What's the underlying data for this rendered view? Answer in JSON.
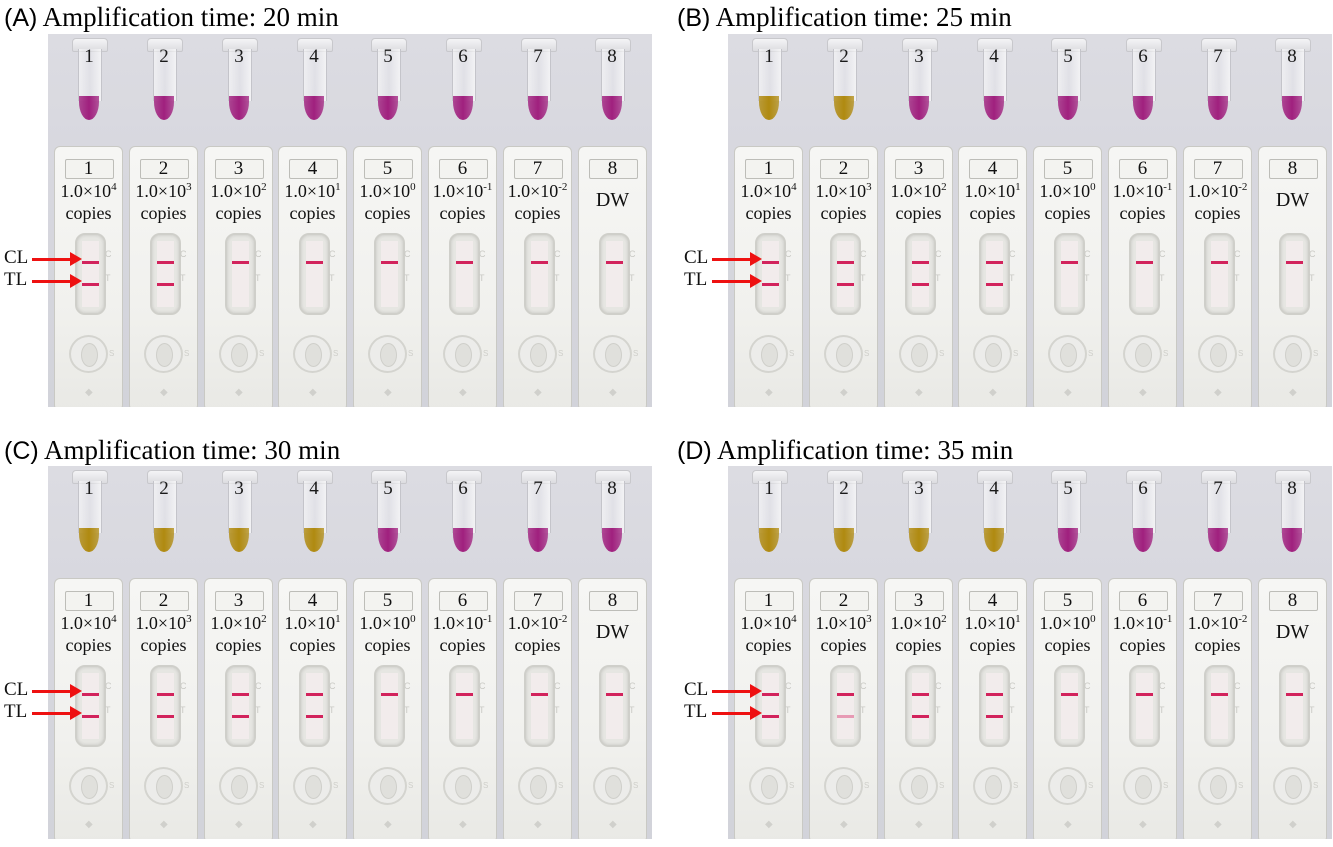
{
  "colors": {
    "purple": "#a0207e",
    "yellow": "#b08a10",
    "line_strong": "#d2235c",
    "line_faint": "#e79ab4",
    "arrow": "#ee1111"
  },
  "labels": {
    "cl": "CL",
    "tl": "TL",
    "copies": "copies",
    "dw": "DW",
    "mult": "1.0×10"
  },
  "concentrations": [
    "4",
    "3",
    "2",
    "1",
    "0",
    "-1",
    "-2",
    null
  ],
  "tube_numbers": [
    "1",
    "2",
    "3",
    "4",
    "5",
    "6",
    "7",
    "8"
  ],
  "panels": [
    {
      "letter": "(A)",
      "title": "Amplification time: 20 min",
      "tube_colors": [
        "purple",
        "purple",
        "purple",
        "purple",
        "purple",
        "purple",
        "purple",
        "purple"
      ],
      "control_line": [
        "strong",
        "strong",
        "strong",
        "strong",
        "strong",
        "strong",
        "strong",
        "strong"
      ],
      "test_line": [
        "strong",
        "strong",
        "none",
        "none",
        "none",
        "none",
        "none",
        "none"
      ]
    },
    {
      "letter": "(B)",
      "title": "Amplification time: 25 min",
      "tube_colors": [
        "yellow",
        "yellow",
        "purple",
        "purple",
        "purple",
        "purple",
        "purple",
        "purple"
      ],
      "control_line": [
        "strong",
        "strong",
        "strong",
        "strong",
        "strong",
        "strong",
        "strong",
        "strong"
      ],
      "test_line": [
        "strong",
        "strong",
        "strong",
        "strong",
        "none",
        "none",
        "none",
        "none"
      ]
    },
    {
      "letter": "(C)",
      "title": "Amplification time: 30 min",
      "tube_colors": [
        "yellow",
        "yellow",
        "yellow",
        "yellow",
        "purple",
        "purple",
        "purple",
        "purple"
      ],
      "control_line": [
        "strong",
        "strong",
        "strong",
        "strong",
        "strong",
        "strong",
        "strong",
        "strong"
      ],
      "test_line": [
        "strong",
        "strong",
        "strong",
        "strong",
        "none",
        "none",
        "none",
        "none"
      ]
    },
    {
      "letter": "(D)",
      "title": "Amplification time: 35 min",
      "tube_colors": [
        "yellow",
        "yellow",
        "yellow",
        "yellow",
        "purple",
        "purple",
        "purple",
        "purple"
      ],
      "control_line": [
        "strong",
        "strong",
        "strong",
        "strong",
        "strong",
        "strong",
        "strong",
        "strong"
      ],
      "test_line": [
        "strong",
        "faint",
        "strong",
        "strong",
        "none",
        "none",
        "none",
        "none"
      ]
    }
  ]
}
